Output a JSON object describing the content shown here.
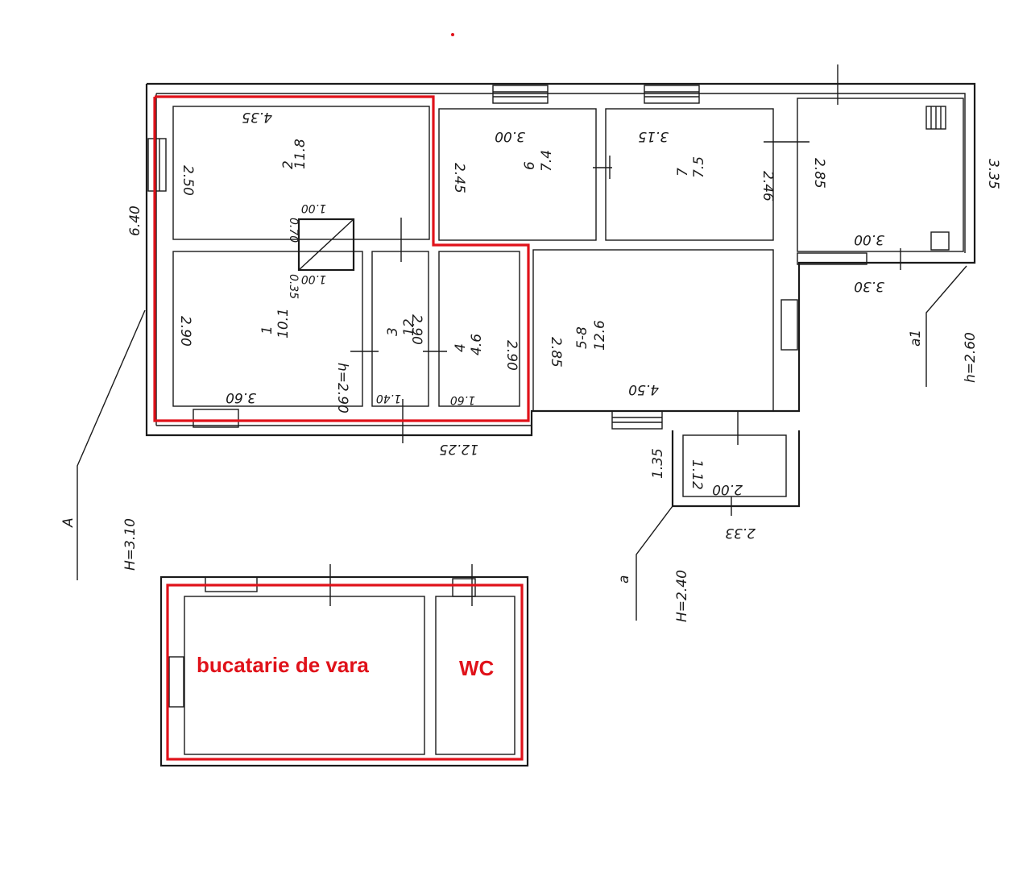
{
  "colors": {
    "ink": "#1a1a1a",
    "highlight": "#e0121a",
    "background": "#ffffff"
  },
  "house": {
    "room1": {
      "number": "1",
      "area": "10.1",
      "width": "2.90",
      "length": "3.60",
      "height": "h=2.90"
    },
    "room2": {
      "number": "2",
      "area": "11.8",
      "width": "2.50",
      "length": "4.35"
    },
    "room3": {
      "number": "3",
      "area": "12",
      "width": "2.90",
      "length": "1.40"
    },
    "room4": {
      "number": "4",
      "area": "4.6",
      "width": "2.90",
      "length": "1.60"
    },
    "room5": {
      "number": "5-8",
      "area": "12.6",
      "width": "2.85",
      "length": "4.50"
    },
    "room6": {
      "number": "6",
      "area": "7.4",
      "width": "2.45",
      "length": "3.00"
    },
    "room7": {
      "number": "7",
      "area": "7.5",
      "width": "2.46",
      "length": "3.15"
    },
    "veranda": {
      "width": "2.85",
      "length": "3.00",
      "length_outer": "3.30",
      "depth": "3.35"
    },
    "chimney": {
      "size_top": "1.00",
      "size_bottom": "1.00",
      "offset_top": "0.70",
      "offset_bottom": "0.35"
    },
    "outer": {
      "width_total": "6.40",
      "bottom_length": "12.25"
    },
    "porch": {
      "depth_outer": "1.35",
      "depth_inner": "1.12",
      "width": "2.00",
      "width_outer": "2.33"
    },
    "markers": {
      "main": {
        "letter": "A",
        "height": "H=3.10"
      },
      "porch": {
        "letter": "a",
        "height": "H=2.40"
      },
      "veranda": {
        "letter": "a1",
        "height": "h=2.60"
      }
    }
  },
  "annex": {
    "kitchen_label": "bucatarie de vara",
    "wc_label": "WC"
  }
}
